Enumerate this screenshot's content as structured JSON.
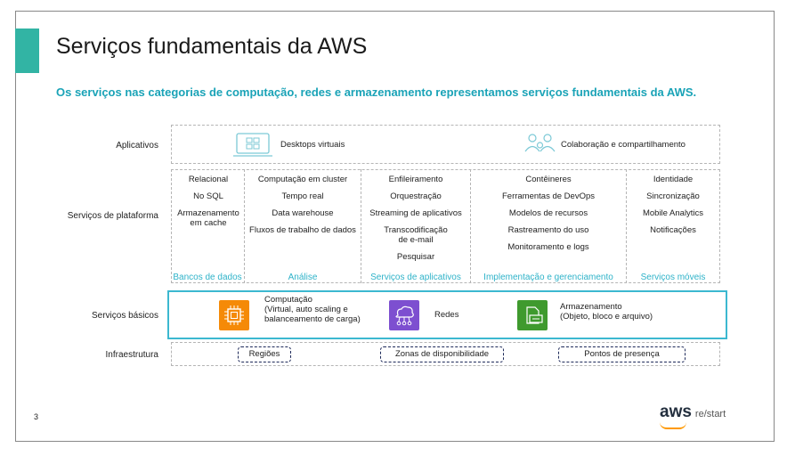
{
  "title": "Serviços fundamentais da AWS",
  "subtitle": "Os serviços nas categorias de computação, redes e armazenamento representamos serviços fundamentais da AWS.",
  "row_labels": {
    "apps": "Aplicativos",
    "platform": "Serviços de plataforma",
    "basic": "Serviços básicos",
    "infra": "Infraestrutura"
  },
  "applications": {
    "desktops": "Desktops virtuais",
    "collab": "Colaboração e compartilhamento"
  },
  "platform": {
    "db": {
      "items": [
        "Relacional",
        "No SQL",
        "Armazenamento em cache"
      ],
      "category": "Bancos de dados"
    },
    "analytics": {
      "items": [
        "Computação em cluster",
        "Tempo real",
        "Data warehouse",
        "Fluxos de trabalho de dados"
      ],
      "category": "Análise"
    },
    "appsvc": {
      "items": [
        "Enfileiramento",
        "Orquestração",
        "Streaming de aplicativos",
        "Transcodificação de e-mail",
        "Pesquisar"
      ],
      "category": "Serviços de aplicativos"
    },
    "deploy": {
      "items": [
        "Contêineres",
        "Ferramentas de DevOps",
        "Modelos de recursos",
        "Rastreamento do uso",
        "Monitoramento e logs"
      ],
      "category": "Implementação e gerenciamento"
    },
    "mobile": {
      "items": [
        "Identidade",
        "Sincronização",
        "Mobile Analytics",
        "Notificações"
      ],
      "category": "Serviços móveis"
    }
  },
  "basic": {
    "compute_title": "Computação",
    "compute_desc": "(Virtual, auto scaling e balanceamento de carga)",
    "network": "Redes",
    "storage_title": "Armazenamento",
    "storage_desc": "(Objeto, bloco e arquivo)"
  },
  "infra": {
    "regions": "Regiões",
    "zones": "Zonas de disponibilidade",
    "pops": "Pontos de presença"
  },
  "page_number": "3",
  "logo": {
    "brand": "aws",
    "suffix": "re/start"
  },
  "colors": {
    "accent": "#32b4a4",
    "subtitle": "#1aa3b7",
    "highlight": "#3cb8d0",
    "compute": "#f58a07",
    "network": "#7d4fd0",
    "storage": "#3f9a2e"
  }
}
